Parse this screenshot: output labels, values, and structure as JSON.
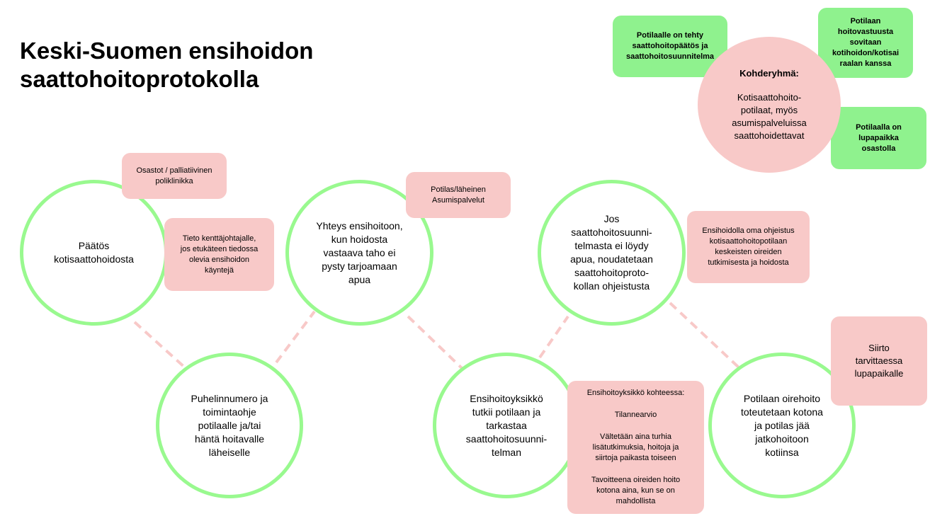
{
  "title": {
    "line1": "Keski-Suomen ensihoidon",
    "line2": "saattohoitoprotokolla"
  },
  "colors": {
    "circle_border": "#99f98f",
    "pink_box": "#f8c9c8",
    "green_box": "#8ff28e",
    "connector": "#f8c9c8"
  },
  "circles": {
    "decision": [
      "Päätös",
      "kotisaattohoidosta"
    ],
    "phone": [
      "Puhelinnumero ja",
      "toimintaohje",
      "potilaalle ja/tai",
      "häntä hoitavalle",
      "läheiselle"
    ],
    "contact": [
      "Yhteys ensihoitoon,",
      "kun hoidosta",
      "vastaava taho ei",
      "pysty tarjoamaan",
      "apua"
    ],
    "unit": [
      "Ensihoitoyksikkö",
      "tutkii potilaan ja",
      "tarkastaa",
      "saattohoitosuunni-",
      "telman"
    ],
    "plan": [
      "Jos",
      "saattohoitosuunni-",
      "telmasta ei löydy",
      "apua, noudatetaan",
      "saattohoitoproto-",
      "kollan ohjeistusta"
    ],
    "symptom": [
      "Potilaan oirehoito",
      "toteutetaan kotona",
      "ja potilas jää",
      "jatkohoitoon",
      "kotiinsa"
    ]
  },
  "boxes": {
    "wards": [
      "Osastot / palliatiivinen",
      "poliklinikka"
    ],
    "info": [
      "Tieto kenttäjohtajalle,",
      "jos etukäteen tiedossa",
      "olevia ensihoidon",
      "käyntejä"
    ],
    "patient_relative": [
      "Potilas/läheinen",
      "Asumispalvelut"
    ],
    "instructions": [
      "Ensihoidolla oma ohjeistus",
      "kotisaattohoitopotilaan",
      "keskeisten oireiden",
      "tutkimisesta ja hoidosta"
    ],
    "transfer": [
      "Siirto",
      "tarvittaessa",
      "lupapaikalle"
    ],
    "care_unit": {
      "heading": "Ensihoitoyksikkö kohteessa:",
      "assessment": "Tilannearvio",
      "avoid": [
        "Vältetään aina turhia",
        "lisätutkimuksia, hoitoja ja",
        "siirtoja paikasta toiseen"
      ],
      "goal": [
        "Tavoitteena oireiden hoito",
        "kotona aina, kun se on",
        "mahdollista"
      ]
    }
  },
  "target_group": {
    "heading": "Kohderyhmä:",
    "lines": [
      "Kotisaattohoito-",
      "potilaat, myös",
      "asumispalveluissa",
      "saattohoidettavat"
    ]
  },
  "green_boxes": {
    "decision_made": [
      "Potilaalle on tehty",
      "saattohoitopäätös ja",
      "saattohoitosuunnitelma"
    ],
    "responsibility": [
      "Potilaan",
      "hoitovastuusta",
      "sovitaan",
      "kotihoidon/kotisai",
      "raalan kanssa"
    ],
    "ward_place": [
      "Potilaalla on",
      "lupapaikka",
      "osastolla"
    ]
  }
}
